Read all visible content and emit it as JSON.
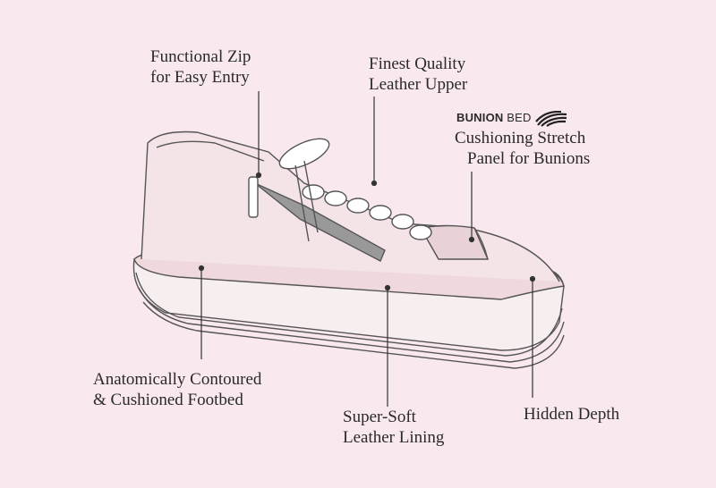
{
  "labels": {
    "zip": [
      "Functional Zip",
      "for Easy Entry"
    ],
    "upper": [
      "Finest Quality",
      "Leather Upper"
    ],
    "bunion": {
      "brand_bold": "BUNION",
      "brand_light": "BED",
      "lines": [
        "Cushioning Stretch",
        "Panel for Bunions"
      ]
    },
    "footbed": [
      "Anatomically Contoured",
      "& Cushioned Footbed"
    ],
    "lining": [
      "Super-Soft",
      "Leather Lining"
    ],
    "depth": [
      "Hidden Depth"
    ]
  }
}
